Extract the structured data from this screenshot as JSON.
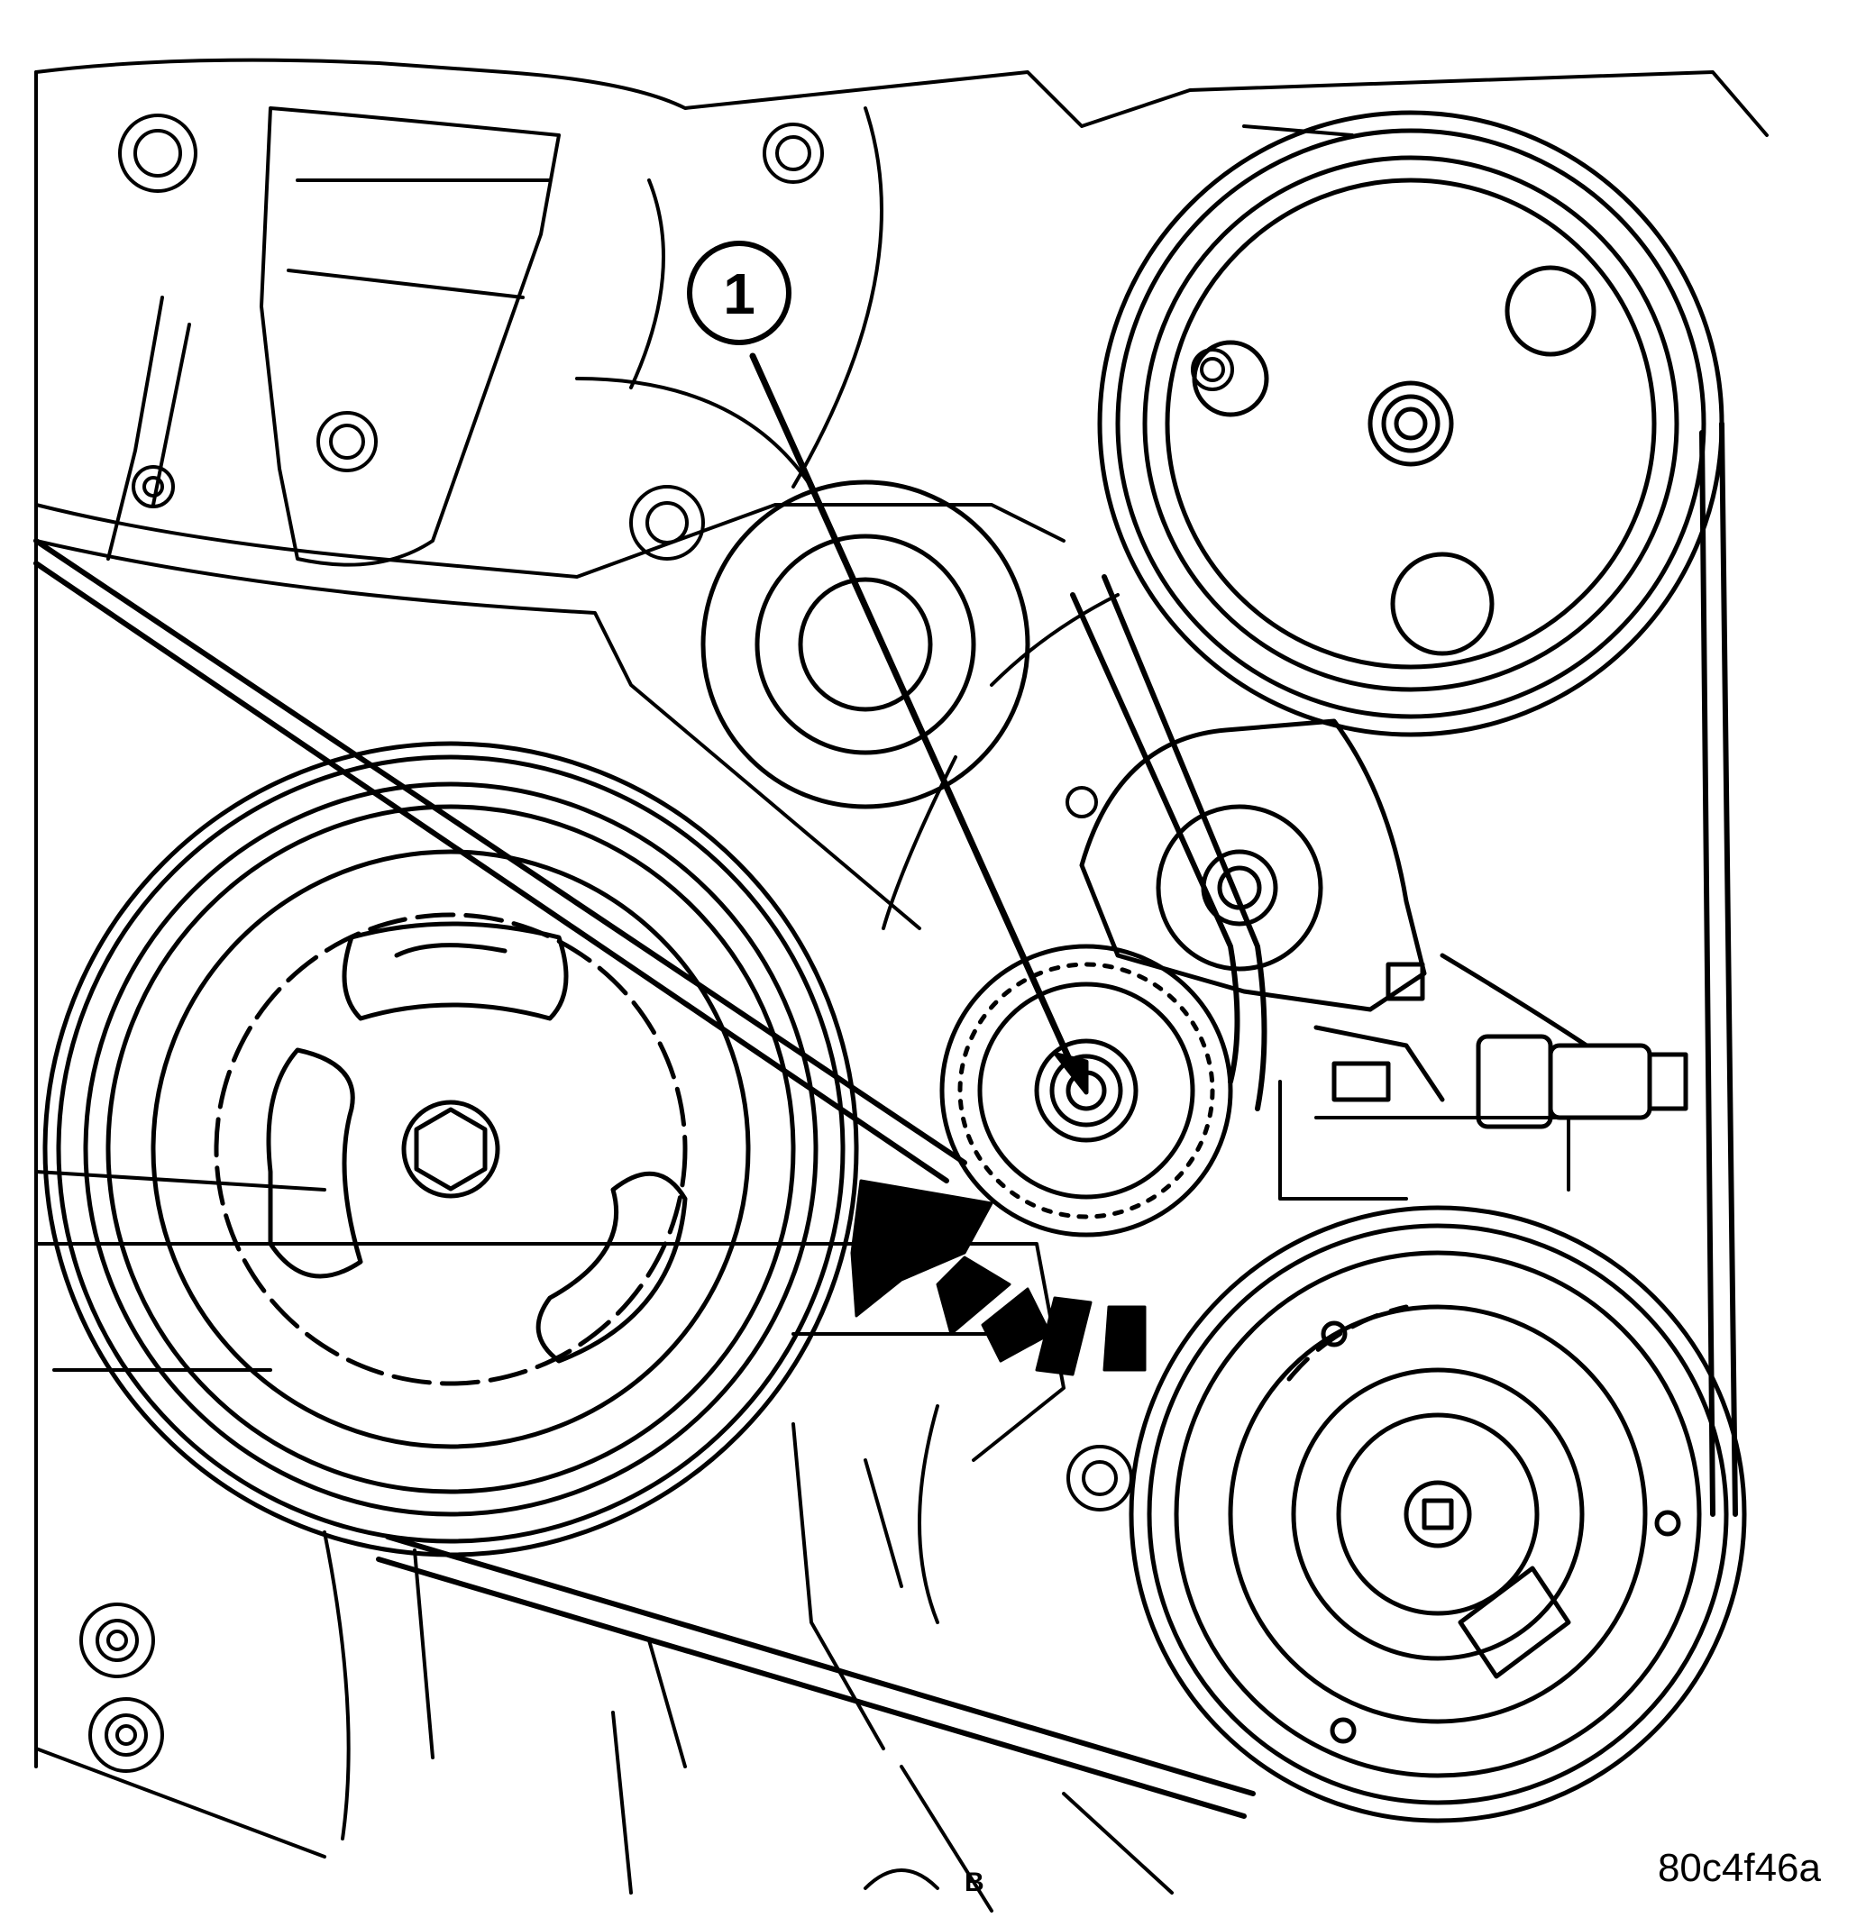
{
  "callouts": [
    {
      "label": "1"
    }
  ],
  "figure_id": "80c4f46a",
  "letter_mark": "B",
  "colors": {
    "ink": "#000000",
    "paper": "#ffffff"
  }
}
